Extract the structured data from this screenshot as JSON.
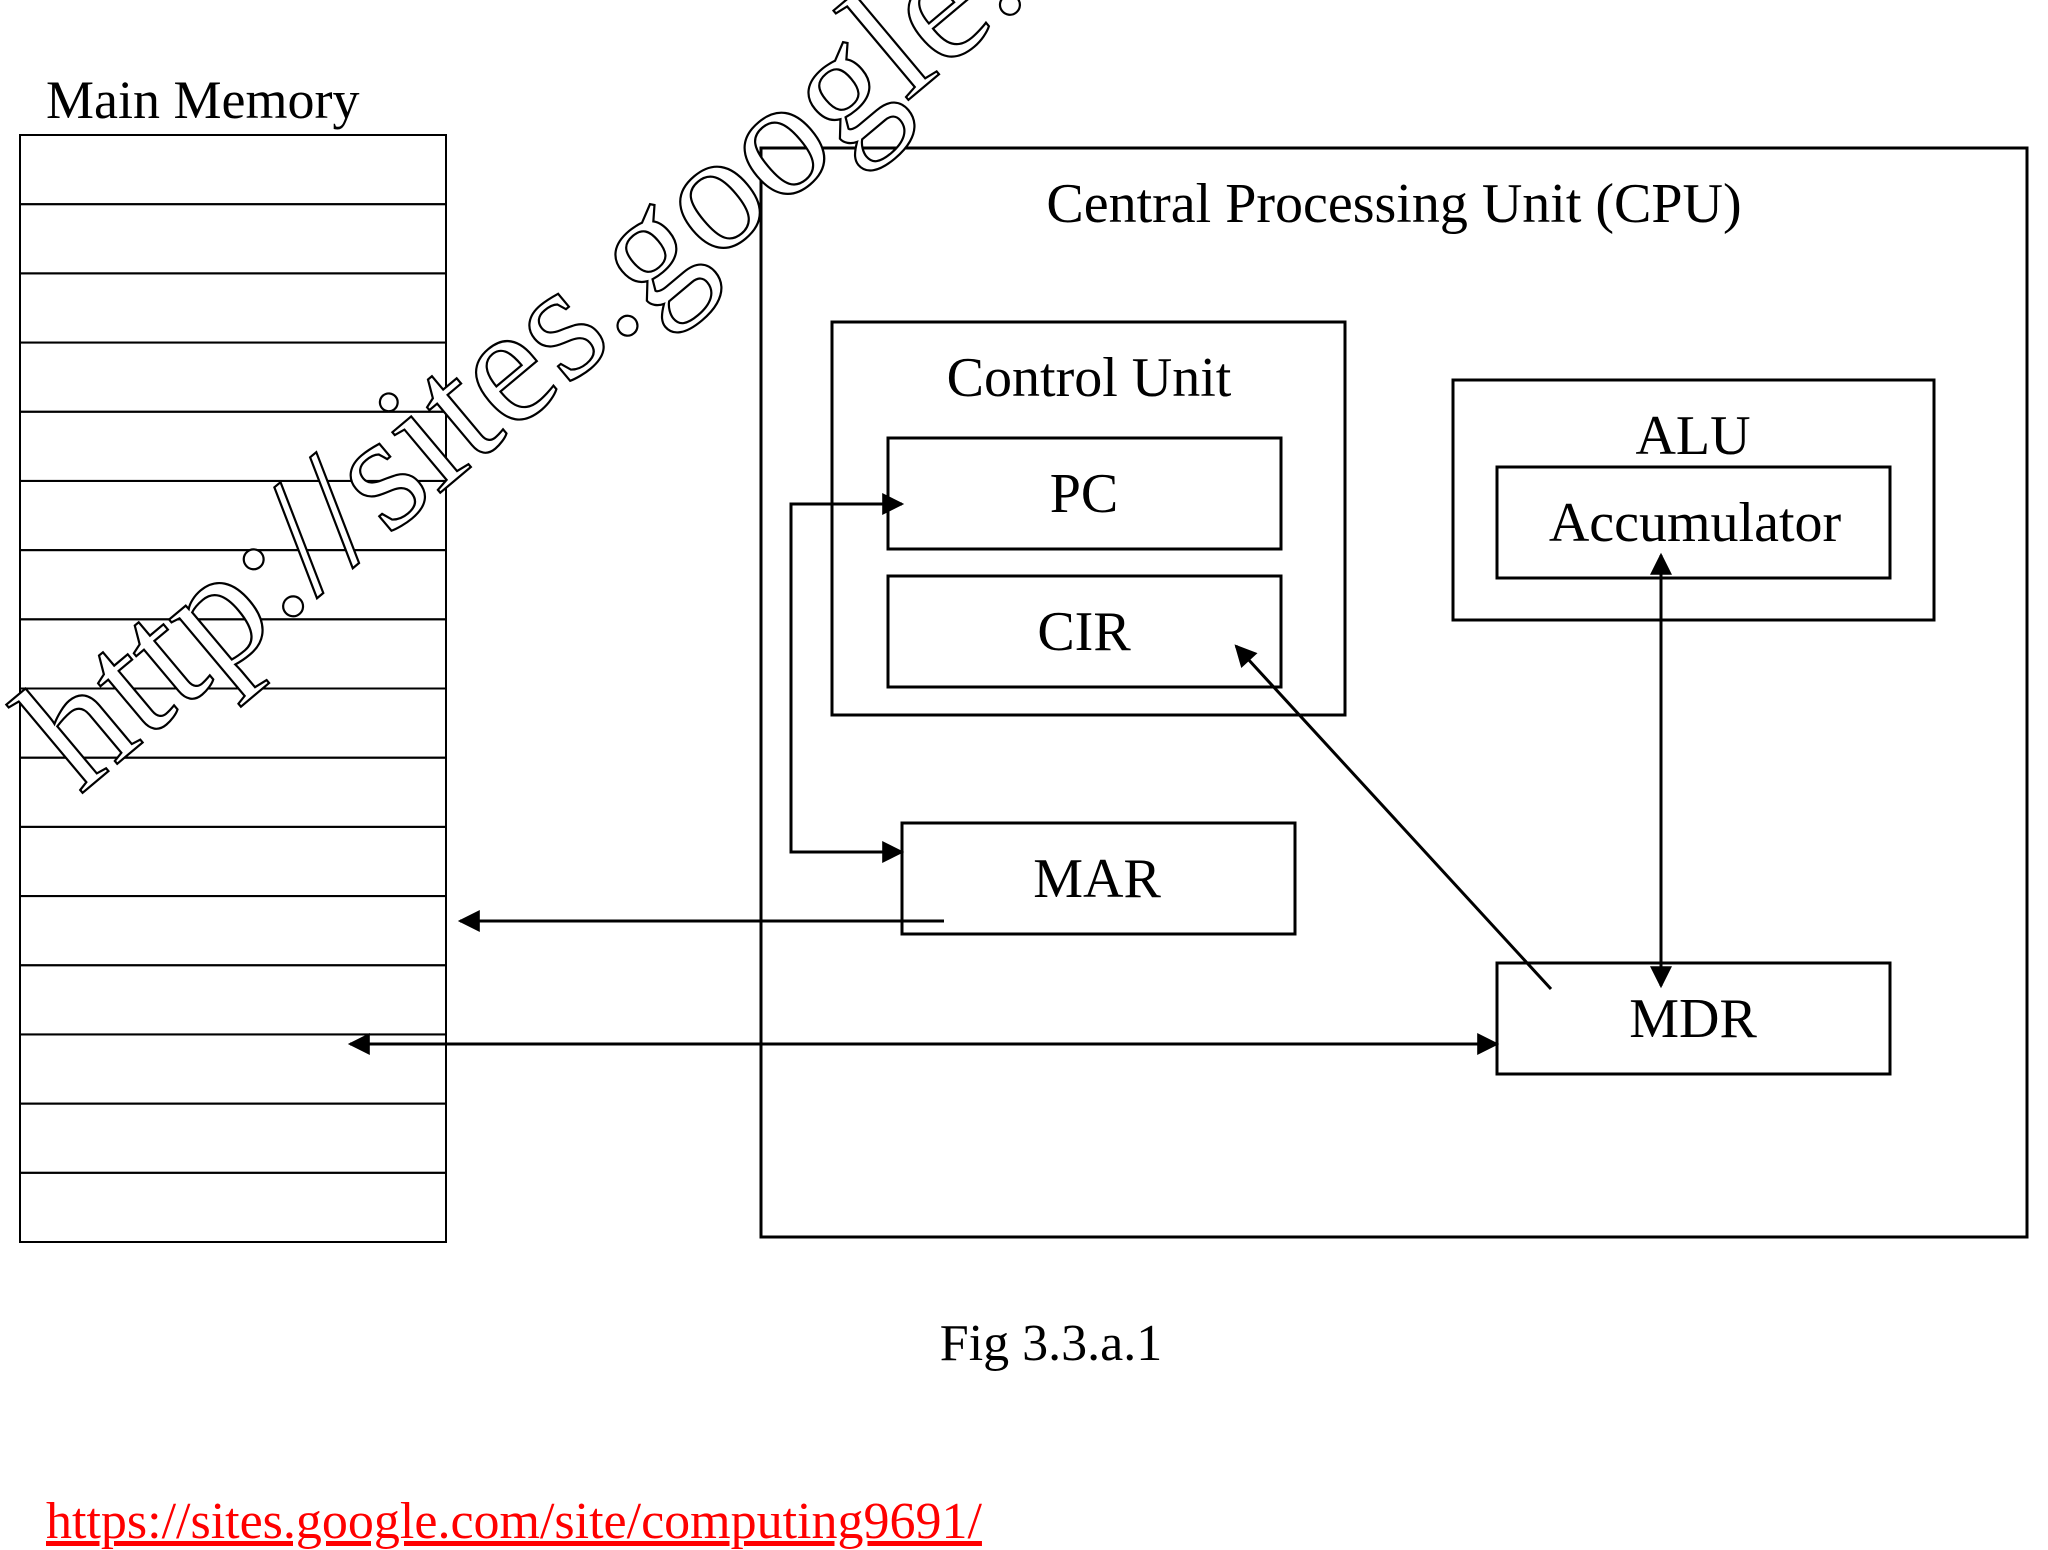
{
  "memory": {
    "title": "Main Memory",
    "cell_count": 16
  },
  "cpu": {
    "title": "Central Processing Unit (CPU)",
    "control_unit": {
      "title": "Control Unit",
      "registers": [
        "PC",
        "CIR"
      ]
    },
    "alu": {
      "title": "ALU",
      "register": "Accumulator"
    },
    "mar": "MAR",
    "mdr": "MDR"
  },
  "caption": "Fig 3.3.a.1",
  "watermark": "http://sites.google.",
  "footer_link": "https://sites.google.com/site/computing9691/",
  "colors": {
    "line": "#000000",
    "link": "#ff0000",
    "watermark_stroke": "#000000"
  }
}
